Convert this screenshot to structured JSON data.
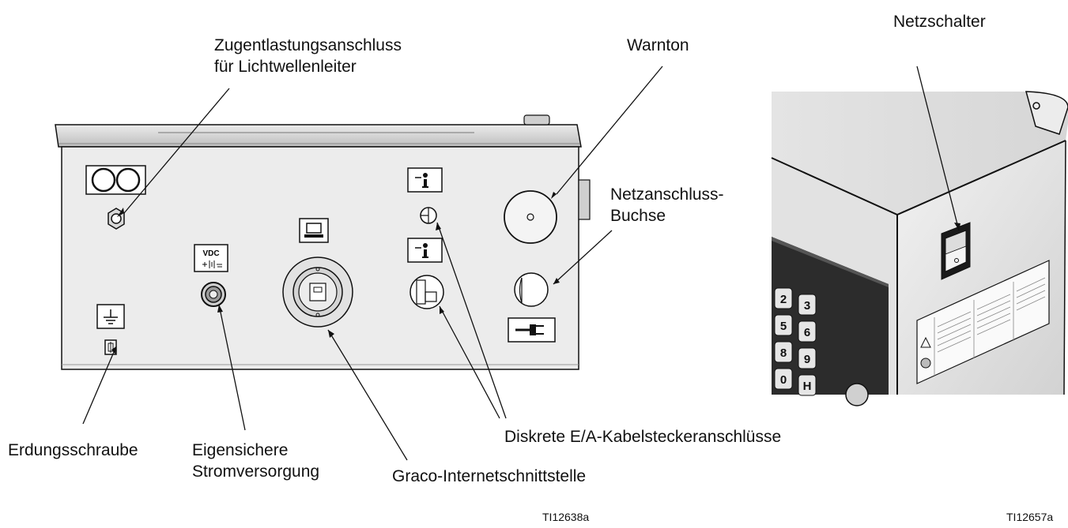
{
  "labels": {
    "strain_relief": [
      "Zugentlastungsanschluss",
      "für Lichtwellenleiter"
    ],
    "alarm": "Warnton",
    "power_switch": "Netzschalter",
    "power_socket": [
      "Netzanschluss-",
      "Buchse"
    ],
    "ground_screw": "Erdungsschraube",
    "intrinsic_power": [
      "Eigensichere",
      "Stromversorgung"
    ],
    "graco_interface": "Graco-Internetschnittstelle",
    "discrete_io": "Diskrete E/A-Kabelsteckeranschlüsse"
  },
  "panel_marks": {
    "vdc": "VDC"
  },
  "keypad_digits": [
    "2",
    "3",
    "5",
    "6",
    "8",
    "9",
    "0",
    "H"
  ],
  "figure_ids": {
    "left": "TI12638a",
    "right": "TI12657a"
  }
}
